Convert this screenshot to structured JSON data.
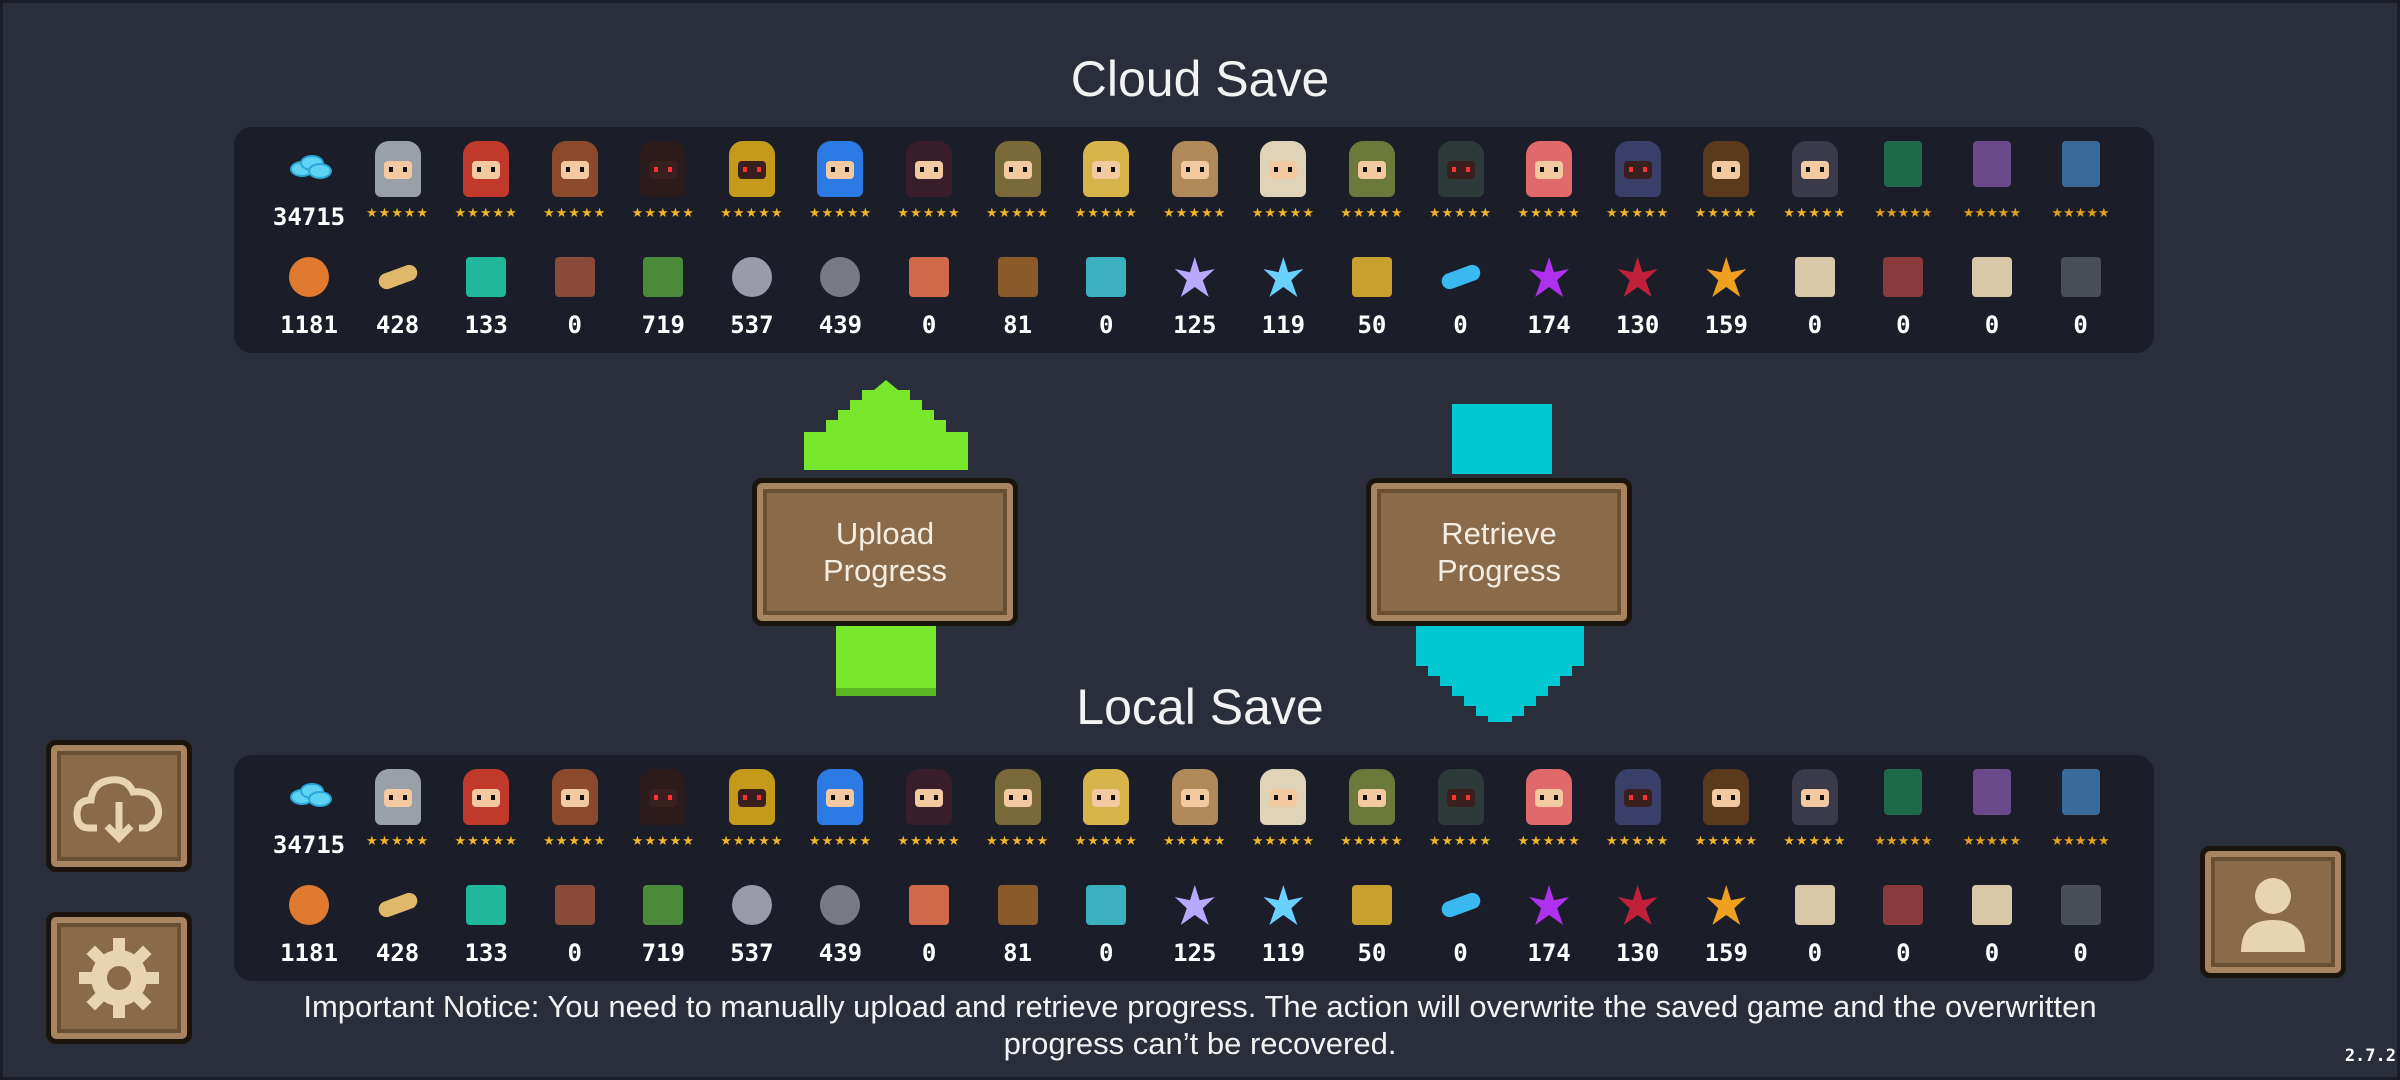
{
  "colors": {
    "background": "#2a2d3a",
    "panel": "#1b1e29",
    "upload_arrow": "#78e62a",
    "retrieve_arrow": "#00c8d2",
    "wood": "#8a6a48",
    "star": "#f0b429"
  },
  "cloud": {
    "title": "Cloud Save",
    "gems": "34715",
    "characters": [
      {
        "icon": "knight-icon",
        "body": "#9aa0a8",
        "dark": false,
        "stars": "★★★★★"
      },
      {
        "icon": "rogue-icon",
        "body": "#c0392b",
        "dark": false,
        "stars": "★★★★★"
      },
      {
        "icon": "wizard-icon",
        "body": "#8b4a2b",
        "dark": false,
        "stars": "★★★★★"
      },
      {
        "icon": "assassin-icon",
        "body": "#2b1b1b",
        "dark": true,
        "stars": "★★★★★"
      },
      {
        "icon": "engineer-icon",
        "body": "#c49a1a",
        "dark": true,
        "stars": "★★★★★"
      },
      {
        "icon": "robot-icon",
        "body": "#2c7be5",
        "dark": false,
        "stars": "★★★★★"
      },
      {
        "icon": "vampire-icon",
        "body": "#3a1d2a",
        "dark": false,
        "stars": "★★★★★"
      },
      {
        "icon": "paladin-icon",
        "body": "#7a6a3a",
        "dark": false,
        "stars": "★★★★★"
      },
      {
        "icon": "elf-icon",
        "body": "#d7b44a",
        "dark": false,
        "stars": "★★★★★"
      },
      {
        "icon": "werewolf-icon",
        "body": "#b08a5a",
        "dark": false,
        "stars": "★★★★★"
      },
      {
        "icon": "priest-icon",
        "body": "#e0d4b8",
        "dark": false,
        "stars": "★★★★★"
      },
      {
        "icon": "druid-icon",
        "body": "#6b7a3a",
        "dark": false,
        "stars": "★★★★★"
      },
      {
        "icon": "berserker-icon",
        "body": "#2e3a3a",
        "dark": true,
        "stars": "★★★★★"
      },
      {
        "icon": "taoist-icon",
        "body": "#e06a6a",
        "dark": false,
        "stars": "★★★★★"
      },
      {
        "icon": "demon-icon",
        "body": "#3a3f6a",
        "dark": true,
        "stars": "★★★★★"
      },
      {
        "icon": "officer-icon",
        "body": "#5a3a1a",
        "dark": false,
        "stars": "★★★★★"
      },
      {
        "icon": "hero-icon",
        "body": "#3a3a4a",
        "dark": false,
        "stars": "★★★★★"
      }
    ],
    "locked": [
      {
        "icon": "terminal-icon",
        "color": "#1f6a4a",
        "stars": "★★★★★"
      },
      {
        "icon": "book-icon",
        "color": "#6a4a8a",
        "stars": "★★★★★"
      },
      {
        "icon": "barrel-icon",
        "color": "#3a6a9a",
        "stars": "★★★★★"
      }
    ],
    "materials": [
      {
        "icon": "ore-icon",
        "color": "#e07a30",
        "count": "1181"
      },
      {
        "icon": "plank-icon",
        "color": "#e0b86a",
        "count": "428"
      },
      {
        "icon": "herb-icon",
        "color": "#1fb89a",
        "count": "133"
      },
      {
        "icon": "totem-icon",
        "color": "#8a4a3a",
        "count": "0"
      },
      {
        "icon": "battery-icon",
        "color": "#4a8a3a",
        "count": "719"
      },
      {
        "icon": "stone-icon",
        "color": "#9a9aa8",
        "count": "537"
      },
      {
        "icon": "gear-part-icon",
        "color": "#7a7a85",
        "count": "439"
      },
      {
        "icon": "potion-icon",
        "color": "#d06a4a",
        "count": "0"
      },
      {
        "icon": "hammer-icon",
        "color": "#8a5a2a",
        "count": "81"
      },
      {
        "icon": "cloth-icon",
        "color": "#3ab0c0",
        "count": "0"
      },
      {
        "icon": "purple-crystal-icon",
        "color": "#b8a8ff",
        "count": "125"
      },
      {
        "icon": "ice-crystal-icon",
        "color": "#6ad0ff",
        "count": "119"
      },
      {
        "icon": "horn-icon",
        "color": "#c8a030",
        "count": "50"
      },
      {
        "icon": "feather-icon",
        "color": "#3ab8f0",
        "count": "0"
      },
      {
        "icon": "violet-crystal-icon",
        "color": "#b030f0",
        "count": "174"
      },
      {
        "icon": "red-crystal-icon",
        "color": "#c0203a",
        "count": "130"
      },
      {
        "icon": "fire-crystal-icon",
        "color": "#f0a020",
        "count": "159"
      },
      {
        "icon": "scroll-icon",
        "color": "#d8c8a8",
        "count": "0"
      },
      {
        "icon": "map-icon",
        "color": "#8a3a3a",
        "count": "0"
      },
      {
        "icon": "scroll-icon",
        "color": "#d8c8a8",
        "count": "0"
      },
      {
        "icon": "slate-icon",
        "color": "#4a4e58",
        "count": "0"
      }
    ]
  },
  "local": {
    "title": "Local Save",
    "gems": "34715",
    "characters": [
      {
        "icon": "knight-icon",
        "body": "#9aa0a8",
        "dark": false,
        "stars": "★★★★★"
      },
      {
        "icon": "rogue-icon",
        "body": "#c0392b",
        "dark": false,
        "stars": "★★★★★"
      },
      {
        "icon": "wizard-icon",
        "body": "#8b4a2b",
        "dark": false,
        "stars": "★★★★★"
      },
      {
        "icon": "assassin-icon",
        "body": "#2b1b1b",
        "dark": true,
        "stars": "★★★★★"
      },
      {
        "icon": "engineer-icon",
        "body": "#c49a1a",
        "dark": true,
        "stars": "★★★★★"
      },
      {
        "icon": "robot-icon",
        "body": "#2c7be5",
        "dark": false,
        "stars": "★★★★★"
      },
      {
        "icon": "vampire-icon",
        "body": "#3a1d2a",
        "dark": false,
        "stars": "★★★★★"
      },
      {
        "icon": "paladin-icon",
        "body": "#7a6a3a",
        "dark": false,
        "stars": "★★★★★"
      },
      {
        "icon": "elf-icon",
        "body": "#d7b44a",
        "dark": false,
        "stars": "★★★★★"
      },
      {
        "icon": "werewolf-icon",
        "body": "#b08a5a",
        "dark": false,
        "stars": "★★★★★"
      },
      {
        "icon": "priest-icon",
        "body": "#e0d4b8",
        "dark": false,
        "stars": "★★★★★"
      },
      {
        "icon": "druid-icon",
        "body": "#6b7a3a",
        "dark": false,
        "stars": "★★★★★"
      },
      {
        "icon": "berserker-icon",
        "body": "#2e3a3a",
        "dark": true,
        "stars": "★★★★★"
      },
      {
        "icon": "taoist-icon",
        "body": "#e06a6a",
        "dark": false,
        "stars": "★★★★★"
      },
      {
        "icon": "demon-icon",
        "body": "#3a3f6a",
        "dark": true,
        "stars": "★★★★★"
      },
      {
        "icon": "officer-icon",
        "body": "#5a3a1a",
        "dark": false,
        "stars": "★★★★★"
      },
      {
        "icon": "hero-icon",
        "body": "#3a3a4a",
        "dark": false,
        "stars": "★★★★★"
      }
    ],
    "locked": [
      {
        "icon": "terminal-icon",
        "color": "#1f6a4a",
        "stars": "★★★★★"
      },
      {
        "icon": "book-icon",
        "color": "#6a4a8a",
        "stars": "★★★★★"
      },
      {
        "icon": "barrel-icon",
        "color": "#3a6a9a",
        "stars": "★★★★★"
      }
    ],
    "materials": [
      {
        "icon": "ore-icon",
        "color": "#e07a30",
        "count": "1181"
      },
      {
        "icon": "plank-icon",
        "color": "#e0b86a",
        "count": "428"
      },
      {
        "icon": "herb-icon",
        "color": "#1fb89a",
        "count": "133"
      },
      {
        "icon": "totem-icon",
        "color": "#8a4a3a",
        "count": "0"
      },
      {
        "icon": "battery-icon",
        "color": "#4a8a3a",
        "count": "719"
      },
      {
        "icon": "stone-icon",
        "color": "#9a9aa8",
        "count": "537"
      },
      {
        "icon": "gear-part-icon",
        "color": "#7a7a85",
        "count": "439"
      },
      {
        "icon": "potion-icon",
        "color": "#d06a4a",
        "count": "0"
      },
      {
        "icon": "hammer-icon",
        "color": "#8a5a2a",
        "count": "81"
      },
      {
        "icon": "cloth-icon",
        "color": "#3ab0c0",
        "count": "0"
      },
      {
        "icon": "purple-crystal-icon",
        "color": "#b8a8ff",
        "count": "125"
      },
      {
        "icon": "ice-crystal-icon",
        "color": "#6ad0ff",
        "count": "119"
      },
      {
        "icon": "horn-icon",
        "color": "#c8a030",
        "count": "50"
      },
      {
        "icon": "feather-icon",
        "color": "#3ab8f0",
        "count": "0"
      },
      {
        "icon": "violet-crystal-icon",
        "color": "#b030f0",
        "count": "174"
      },
      {
        "icon": "red-crystal-icon",
        "color": "#c0203a",
        "count": "130"
      },
      {
        "icon": "fire-crystal-icon",
        "color": "#f0a020",
        "count": "159"
      },
      {
        "icon": "scroll-icon",
        "color": "#d8c8a8",
        "count": "0"
      },
      {
        "icon": "map-icon",
        "color": "#8a3a3a",
        "count": "0"
      },
      {
        "icon": "scroll-icon",
        "color": "#d8c8a8",
        "count": "0"
      },
      {
        "icon": "slate-icon",
        "color": "#4a4e58",
        "count": "0"
      }
    ]
  },
  "buttons": {
    "upload_label": "Upload Progress",
    "retrieve_label": "Retrieve Progress",
    "cloud_icon": "cloud-download-icon",
    "settings_icon": "gear-icon",
    "account_icon": "user-icon"
  },
  "notice": "Important Notice: You need to manually upload and retrieve progress. The action will overwrite the saved game and the overwritten progress can’t be recovered.",
  "version": "2.7.2"
}
